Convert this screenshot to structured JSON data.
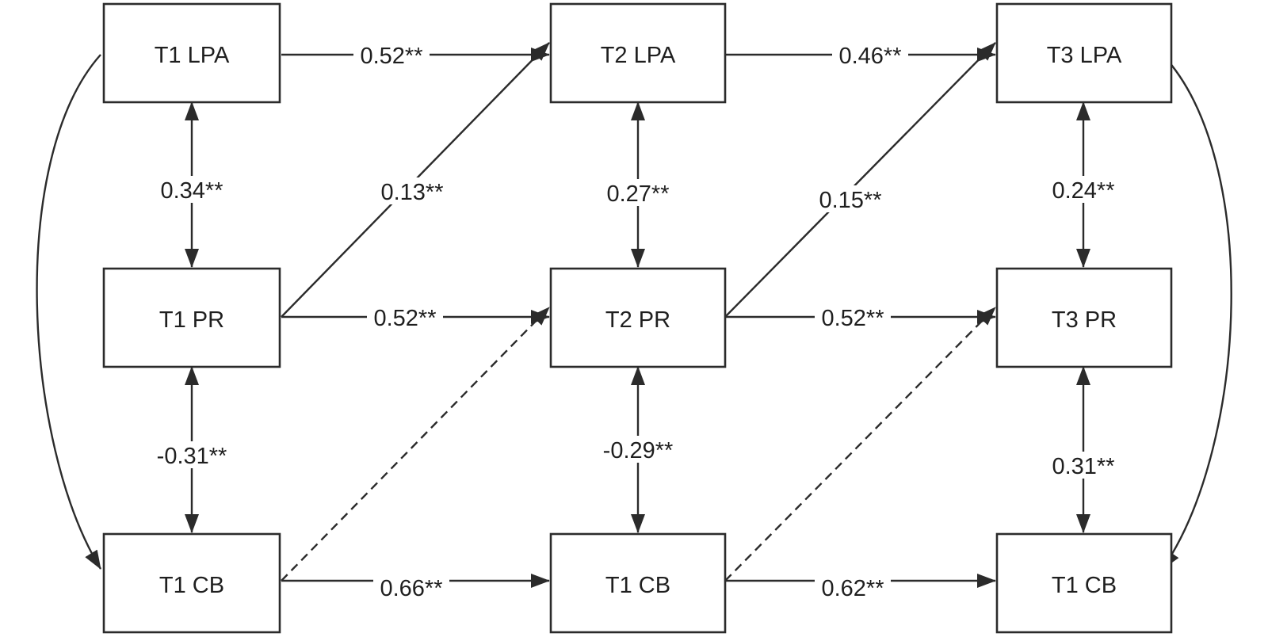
{
  "nodes": {
    "t1_lpa": "T1 LPA",
    "t2_lpa": "T2 LPA",
    "t3_lpa": "T3 LPA",
    "t1_pr": "T1 PR",
    "t2_pr": "T2 PR",
    "t3_pr": "T3 PR",
    "t1_cb": "T1 CB",
    "t2_cb": "T1 CB",
    "t3_cb": "T1 CB"
  },
  "paths": {
    "t1_lpa_to_t2_lpa": "0.52**",
    "t2_lpa_to_t3_lpa": "0.46**",
    "t1_pr_to_t2_pr": "0.52**",
    "t2_pr_to_t3_pr": "0.52**",
    "t1_cb_to_t2_cb": "0.66**",
    "t2_cb_to_t3_cb": "0.62**",
    "t1_pr_to_t2_lpa": "0.13**",
    "t2_pr_to_t3_lpa": "0.15**"
  },
  "correlations": {
    "t1_lpa_pr": "0.34**",
    "t2_lpa_pr": "0.27**",
    "t3_lpa_pr": "0.24**",
    "t1_pr_cb": "-0.31**",
    "t2_pr_cb": "-0.29**",
    "t3_pr_cb": "0.31**"
  },
  "colors": {
    "line": "#2b2b2b",
    "box_border": "#2b2b2b",
    "text": "#1f1f1f",
    "background": "#ffffff"
  },
  "line_styles": {
    "t1_cb_to_t2_pr": "dashed",
    "t2_cb_to_t3_pr": "dashed"
  }
}
